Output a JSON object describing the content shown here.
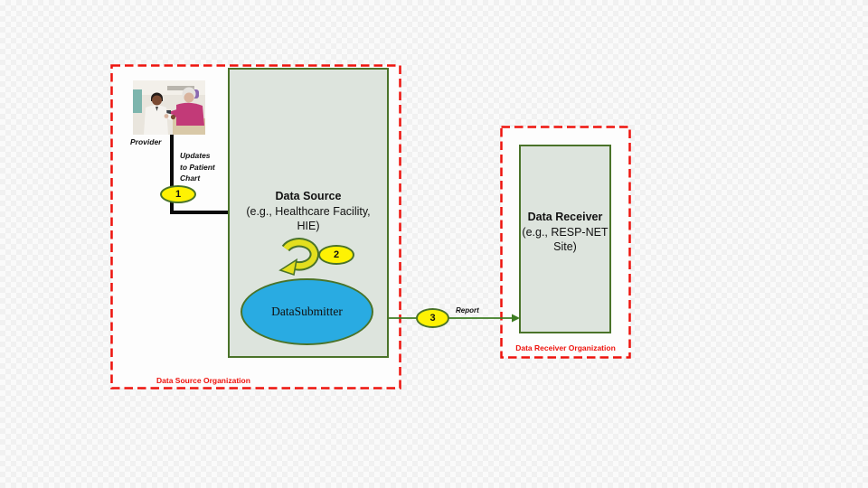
{
  "source_org": {
    "label": "Data Source Organization",
    "provider_label": "Provider",
    "updates_lines": [
      "Updates",
      "to Patient",
      "Chart"
    ],
    "step_1": "1",
    "data_source_box": {
      "title": "Data Source",
      "subtitle_lines": [
        "(e.g., Healthcare Facility,",
        "HIE)"
      ],
      "step_2": "2",
      "submitter_label": "DataSubmitter"
    }
  },
  "transfer": {
    "step_3": "3",
    "report_label": "Report"
  },
  "receiver_org": {
    "label": "Data Receiver Organization",
    "data_receiver_box": {
      "title": "Data Receiver",
      "subtitle_lines": [
        "(e.g., RESP-NET",
        "Site)"
      ]
    }
  },
  "icons": {
    "provider_photo": "provider-with-patient-photo",
    "loop_arrow": "loop-refresh-arrow-icon",
    "report_arrow": "right-arrow-icon"
  },
  "colors": {
    "org_boundary_red": "#ee130d",
    "box_border_green": "#4a7329",
    "box_fill_green_gray": "#dde4dd",
    "step_oval_yellow": "#fef203",
    "submitter_blue": "#29abe2",
    "arrow_green": "#3e7d23",
    "connector_black": "#0a0a0a"
  }
}
